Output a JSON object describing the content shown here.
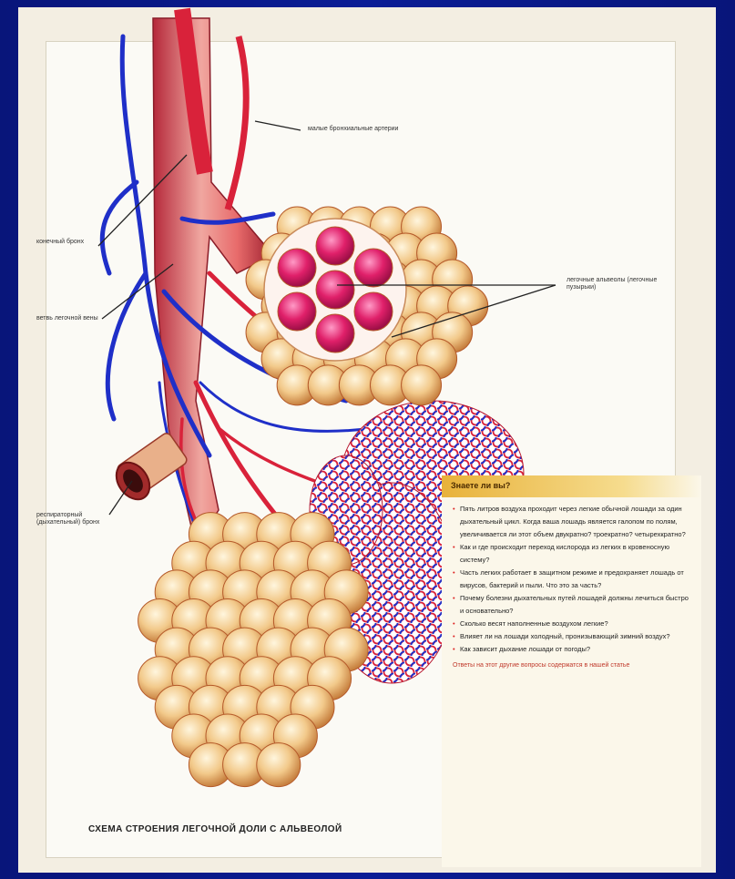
{
  "labels": {
    "arteries": "малые бронхиальные артерии",
    "bronchiole": "конечный бронх",
    "vein": "ветвь легочной вены",
    "respiratory_bronchiole": "респираторный (дыхательный) бронх",
    "alveoli": "легочные альвеолы (легочные пузырьки)"
  },
  "facts": {
    "title": "Знаете ли вы?",
    "items": [
      "Пять литров воздуха проходит через легкие обычной лошади за один дыхательный цикл. Когда ваша лошадь является галопом по полям, увеличивается ли этот объем двукратно? троекратно? четырехкратно?",
      "Как и где происходит переход кислорода из легких в кровеносную систему?",
      "Часть легких работает в защитном режиме и предохраняет лошадь от вирусов, бактерий и пыли. Что это за часть?",
      "Почему болезни дыхательных путей лошадей должны лечиться быстро и основательно?",
      "Сколько весят наполненные воздухом легкие?",
      "Влияет ли на лошади холодный, пронизывающий зимний воздух?",
      "Как зависит дыхание лошади от погоды?"
    ],
    "footer": "Ответы на этот другие вопросы содержатся в нашей статье"
  },
  "caption": "СХЕМА СТРОЕНИЯ ЛЕГОЧНОЙ ДОЛИ С АЛЬВЕОЛОЙ",
  "colors": {
    "background": "#0a1a8c",
    "artery": "#d9223a",
    "vein": "#1f2fc8",
    "alveolus": "#f2c98a",
    "highlight": "#e0206a"
  }
}
